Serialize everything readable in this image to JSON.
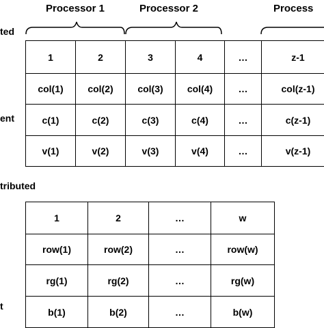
{
  "top": {
    "processors": [
      {
        "label": "Processor 1"
      },
      {
        "label": "Processor 2"
      },
      {
        "label": "Process"
      }
    ],
    "side_labels": [
      "ted",
      "ent"
    ],
    "rows": [
      [
        "1",
        "2",
        "3",
        "4",
        "…",
        "z-1"
      ],
      [
        "col(1)",
        "col(2)",
        "col(3)",
        "col(4)",
        "…",
        "col(z-1)"
      ],
      [
        "c(1)",
        "c(2)",
        "c(3)",
        "c(4)",
        "…",
        "c(z-1)"
      ],
      [
        "v(1)",
        "v(2)",
        "v(3)",
        "v(4)",
        "…",
        "v(z-1)"
      ]
    ]
  },
  "bottom": {
    "title": "tributed",
    "side_labels": [
      "t"
    ],
    "rows": [
      [
        "1",
        "2",
        "…",
        "w"
      ],
      [
        "row(1)",
        "row(2)",
        "…",
        "row(w)"
      ],
      [
        "rg(1)",
        "rg(2)",
        "…",
        "rg(w)"
      ],
      [
        "b(1)",
        "b(2)",
        "…",
        "b(w)"
      ]
    ]
  }
}
